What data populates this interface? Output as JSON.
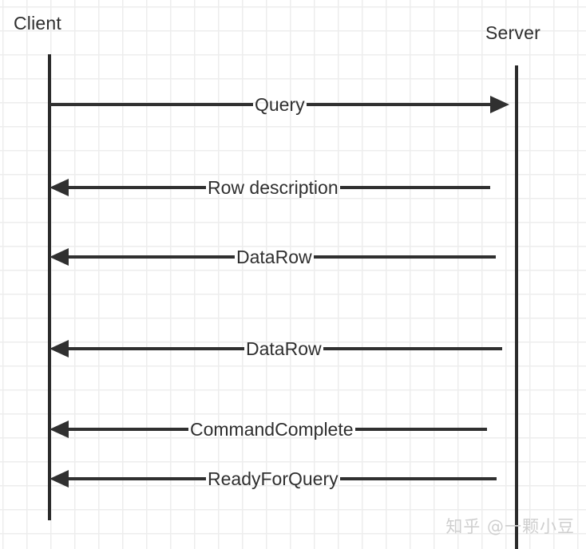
{
  "diagram": {
    "type": "sequence-diagram",
    "background_color": "#ffffff",
    "grid_color": "#ededed",
    "line_color": "#303030",
    "text_color": "#2f2f2f",
    "actors": [
      {
        "id": "client",
        "label": "Client"
      },
      {
        "id": "server",
        "label": "Server"
      }
    ],
    "messages": [
      {
        "label": "Query",
        "from": "client",
        "to": "server",
        "direction": "right"
      },
      {
        "label": "Row description",
        "from": "server",
        "to": "client",
        "direction": "left"
      },
      {
        "label": "DataRow",
        "from": "server",
        "to": "client",
        "direction": "left"
      },
      {
        "label": "DataRow",
        "from": "server",
        "to": "client",
        "direction": "left"
      },
      {
        "label": "CommandComplete",
        "from": "server",
        "to": "client",
        "direction": "left"
      },
      {
        "label": "ReadyForQuery",
        "from": "server",
        "to": "client",
        "direction": "left"
      }
    ],
    "watermark": "知乎 @一颗小豆"
  }
}
